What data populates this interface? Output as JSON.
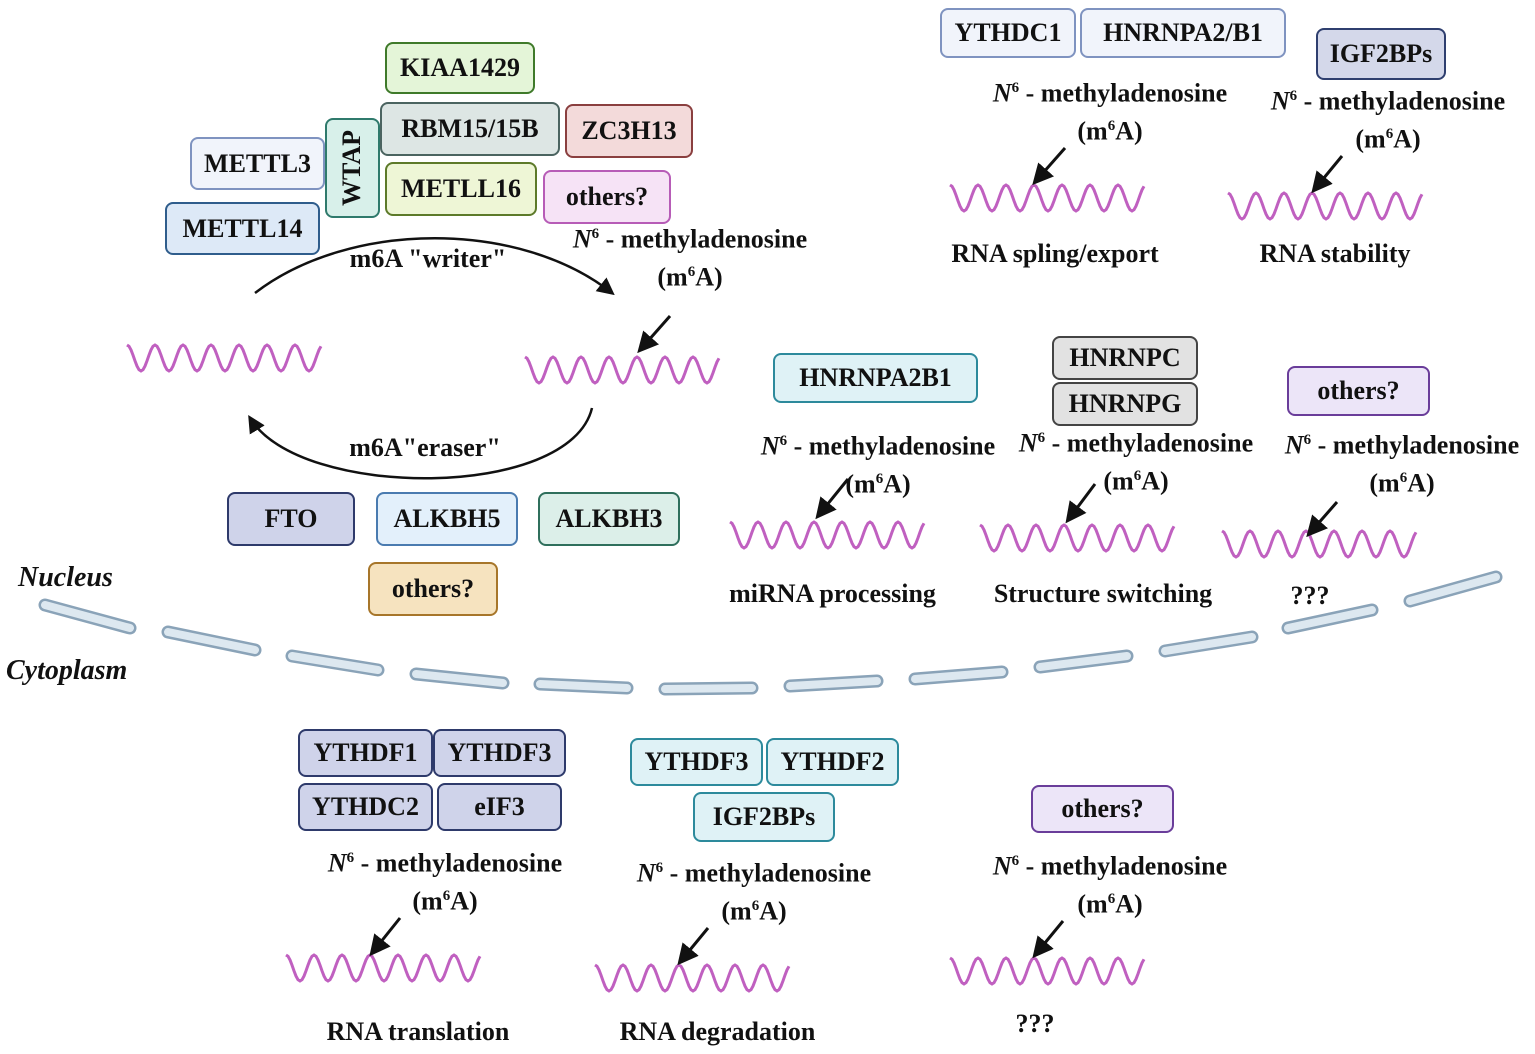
{
  "writer": {
    "label": "m6A \"writer\"",
    "proteins": [
      "KIAA1429",
      "RBM15/15B",
      "ZC3H13",
      "METTL3",
      "WTAP",
      "METLL16",
      "others?",
      "METTL14"
    ]
  },
  "eraser": {
    "label": "m6A\"eraser\"",
    "proteins": [
      "FTO",
      "ALKBH5",
      "ALKBH3",
      "others?"
    ]
  },
  "m6a": {
    "n_prefix": "N",
    "sup6": "6",
    "name": "- methyladenosine",
    "abbr_open": "(m",
    "abbr_close": "A)"
  },
  "regions": {
    "nucleus": "Nucleus",
    "cytoplasm": "Cytoplasm"
  },
  "nuclear_readers": [
    {
      "proteins": [
        "YTHDC1",
        "HNRNPA2/B1"
      ],
      "function": "RNA spling/export"
    },
    {
      "proteins": [
        "IGF2BPs"
      ],
      "function": "RNA stability"
    },
    {
      "proteins": [
        "HNRNPA2B1"
      ],
      "function": "miRNA processing"
    },
    {
      "proteins": [
        "HNRNPC",
        "HNRNPG"
      ],
      "function": "Structure switching"
    },
    {
      "proteins": [
        "others?"
      ],
      "function": "???"
    }
  ],
  "cytoplasmic_readers": [
    {
      "proteins": [
        "YTHDF1",
        "YTHDF3",
        "YTHDC2",
        "eIF3"
      ],
      "function": "RNA translation"
    },
    {
      "proteins": [
        "YTHDF3",
        "YTHDF2",
        "IGF2BPs"
      ],
      "function": "RNA degradation"
    },
    {
      "proteins": [
        "others?"
      ],
      "function": "???"
    }
  ],
  "colors": {
    "rna": "#c060c0",
    "membrane_fill": "#dde8f0",
    "membrane_stroke": "#8aa3b8",
    "arrow": "#111111"
  }
}
